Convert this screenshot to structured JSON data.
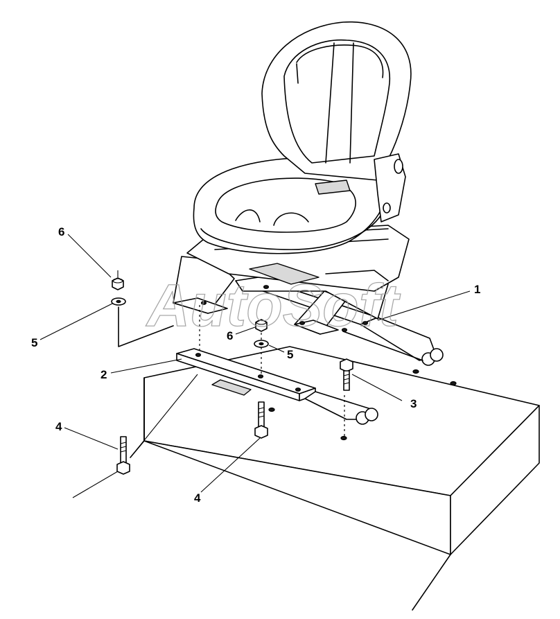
{
  "watermark": "AutoSoft",
  "callouts": [
    {
      "id": "callout-1",
      "label": "1"
    },
    {
      "id": "callout-2",
      "label": "2"
    },
    {
      "id": "callout-3",
      "label": "3"
    },
    {
      "id": "callout-4a",
      "label": "4"
    },
    {
      "id": "callout-4b",
      "label": "4"
    },
    {
      "id": "callout-5a",
      "label": "5"
    },
    {
      "id": "callout-5b",
      "label": "5"
    },
    {
      "id": "callout-6a",
      "label": "6"
    },
    {
      "id": "callout-6b",
      "label": "6"
    }
  ]
}
